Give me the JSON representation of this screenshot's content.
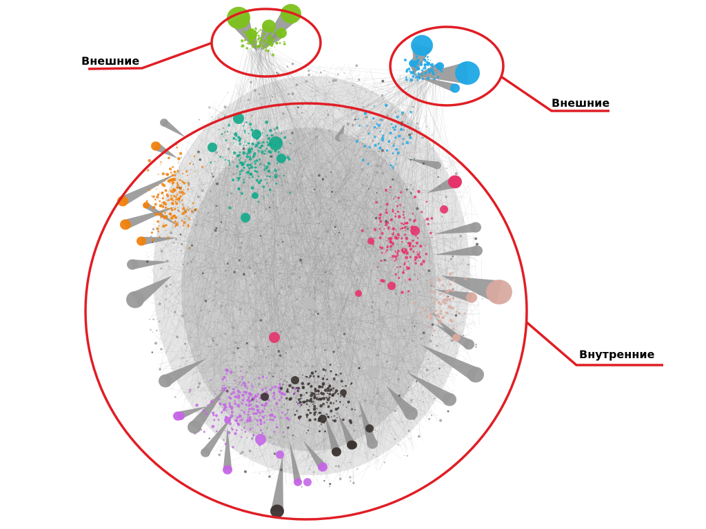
{
  "annotations": {
    "external_left": "Внешние",
    "external_right": "Внешние",
    "internal": "Внутренние"
  },
  "colors": {
    "background": "#ffffff",
    "edges": "#8c8c8c",
    "core_node": "#9a9a9a",
    "highlight": "#e01e25",
    "label_text": "#000000"
  },
  "clusters": [
    {
      "name": "green-external-cluster",
      "color": "#7cc21a"
    },
    {
      "name": "blue-external-cluster",
      "color": "#1fa8e6"
    },
    {
      "name": "orange-cluster",
      "color": "#f0820e"
    },
    {
      "name": "teal-cluster",
      "color": "#12a98a"
    },
    {
      "name": "pink-cluster",
      "color": "#e6336b"
    },
    {
      "name": "violet-cluster",
      "color": "#c466e6"
    },
    {
      "name": "dark-cluster",
      "color": "#3a3330"
    },
    {
      "name": "salmon-cluster",
      "color": "#d9aaa0"
    }
  ]
}
